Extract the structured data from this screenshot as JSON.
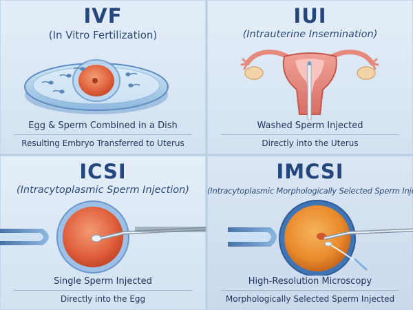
{
  "panels": [
    {
      "title": "IVF",
      "subtitle": "(In Vitro Fertilization)",
      "caption_primary": "Egg & Sperm Combined in a Dish",
      "caption_secondary": "Resulting Embryo Transferred to Uterus"
    },
    {
      "title": "IUI",
      "subtitle": "(Intrauterine Insemination)",
      "caption_primary": "Washed Sperm Injected",
      "caption_secondary": "Directly into the Uterus"
    },
    {
      "title": "ICSI",
      "subtitle": "(Intracytoplasmic Sperm Injection)",
      "caption_primary": "Single Sperm Injected",
      "caption_secondary": "Directly into the Egg"
    },
    {
      "title": "IMCSI",
      "subtitle": "(Intracytoplasmic Morphologically Selected Sperm Injec",
      "caption_primary": "High-Resolution Microscopy",
      "caption_secondary": "Morphologically Selected Sperm Injected"
    }
  ],
  "icons": {
    "ivf": "petri-dish-icon",
    "iui": "uterus-icon",
    "icsi": "micro-injection-icon",
    "imcsi": "micro-injection-icon"
  },
  "colors": {
    "title": "#23467d",
    "panel_bg": "#dde9f5",
    "egg": "#e0633c",
    "uterus": "#e68a7e"
  }
}
